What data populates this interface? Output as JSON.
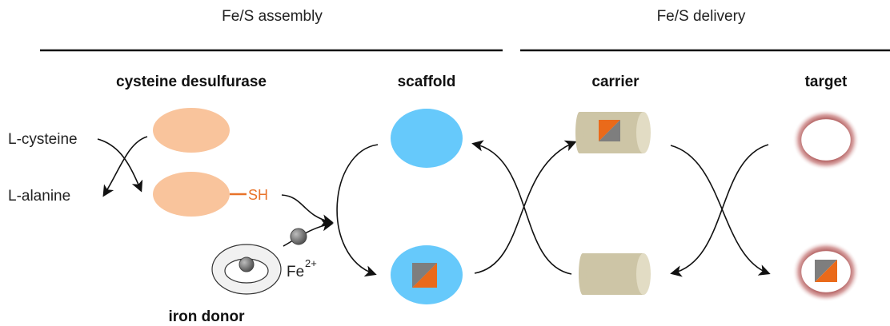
{
  "headers": {
    "assembly": "Fe/S assembly",
    "delivery": "Fe/S delivery"
  },
  "columns": {
    "desulfurase": "cysteine desulfurase",
    "scaffold": "scaffold",
    "carrier": "carrier",
    "target": "target"
  },
  "substrates": {
    "cysteine": "L-cysteine",
    "alanine": "L-alanine"
  },
  "sh_group": "SH",
  "iron": {
    "symbol": "Fe",
    "charge": "2+",
    "donor": "iron donor"
  },
  "colors": {
    "desulfurase": "#f9c49c",
    "scaffold": "#66c9fb",
    "carrier": "#cdc5a6",
    "cluster_orange": "#ea6a1a",
    "cluster_gray": "#7e7e7e",
    "target_ring": "#c98a8a",
    "sh": "#e8732a"
  }
}
